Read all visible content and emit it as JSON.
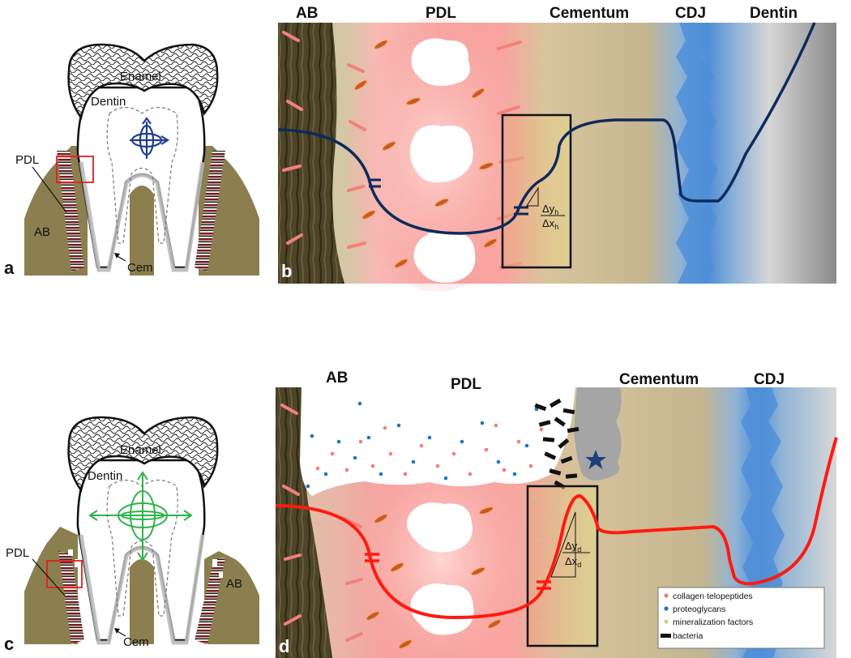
{
  "panels": {
    "a": {
      "letter": "a",
      "labels": {
        "enamel": "Enamel",
        "dentin": "Dentin",
        "pdl": "PDL",
        "ab": "AB",
        "cem": "Cem"
      }
    },
    "b": {
      "letter": "b",
      "headers": [
        "AB",
        "PDL",
        "Cementum",
        "CDJ",
        "Dentin"
      ],
      "fraction": {
        "num": "Δy",
        "num_sub": "h",
        "den": "Δx",
        "den_sub": "h"
      }
    },
    "c": {
      "letter": "c",
      "labels": {
        "enamel": "Enamel",
        "dentin": "Dentin",
        "pdl": "PDL",
        "ab": "AB",
        "cem": "Cem"
      }
    },
    "d": {
      "letter": "d",
      "headers": [
        "AB",
        "PDL",
        "Cementum",
        "CDJ"
      ],
      "fraction": {
        "num": "Δy",
        "num_sub": "d",
        "den": "Δx",
        "den_sub": "d"
      },
      "legend": [
        {
          "label": "collagen telopeptides",
          "color": "#f07f7a",
          "shape": "dot"
        },
        {
          "label": "proteoglycans",
          "color": "#1f77c0",
          "shape": "dot"
        },
        {
          "label": "mineralization factors",
          "color": "#c9cf9a",
          "shape": "dot"
        },
        {
          "label": "bacteria",
          "color": "#111111",
          "shape": "bar"
        }
      ]
    }
  },
  "colors": {
    "bone_olive": "#8b7f4f",
    "pdl_pink": "#f6a6a3",
    "cementum_tan": "#c8b990",
    "cdj_blue": "#5b95d6",
    "dentin_gray": "#b9b9b9",
    "healthy_curve": "#0e2a5c",
    "disease_curve": "#ff1a10",
    "healthy_axes": "#1f3f8f",
    "disease_axes": "#2fb34a"
  }
}
